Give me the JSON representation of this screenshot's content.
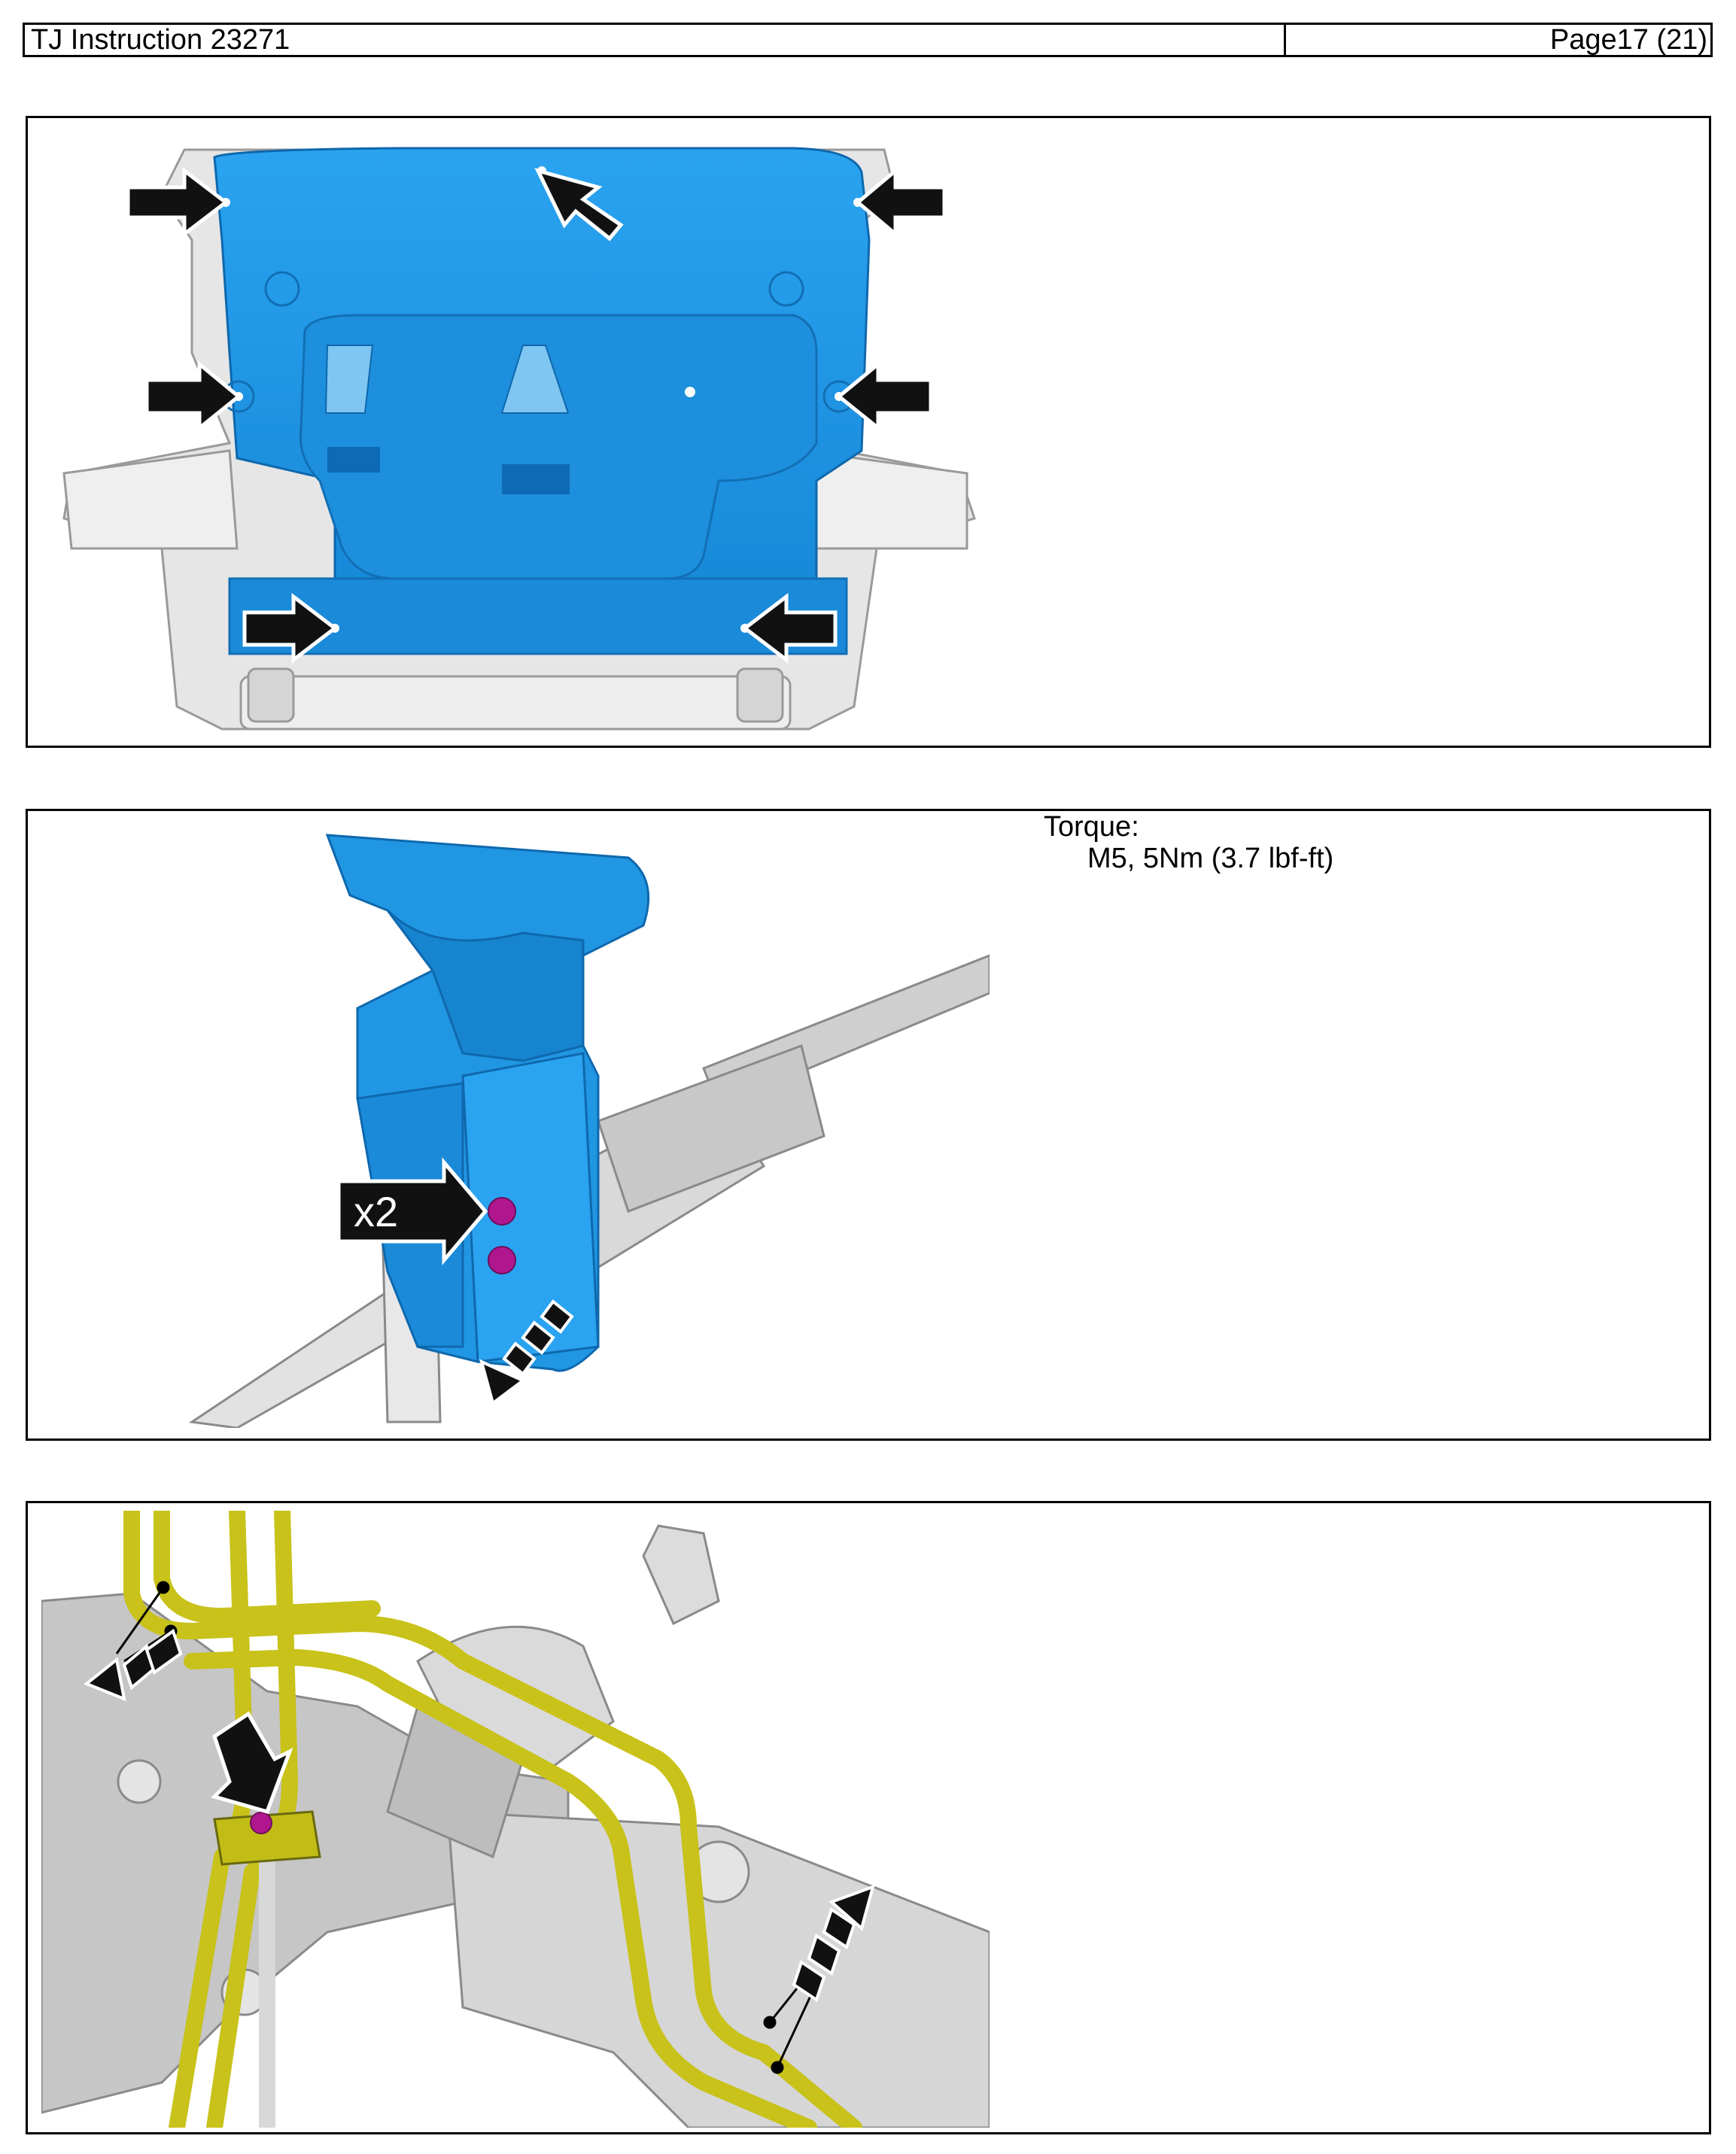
{
  "header": {
    "title": "TJ Instruction 23271",
    "page": "Page17 (21)"
  },
  "step2": {
    "torque_label": "Torque:",
    "torque_value": "M5,  5Nm (3.7 lbf-ft)",
    "callout_count": "x2"
  },
  "colors": {
    "shield_blue": "#1f9ae8",
    "guard_blue": "#1e8fd8",
    "fastener_magenta": "#b0178f",
    "pipe_yellow": "#c8c21a",
    "frame_gray": "#d8d8d8"
  }
}
